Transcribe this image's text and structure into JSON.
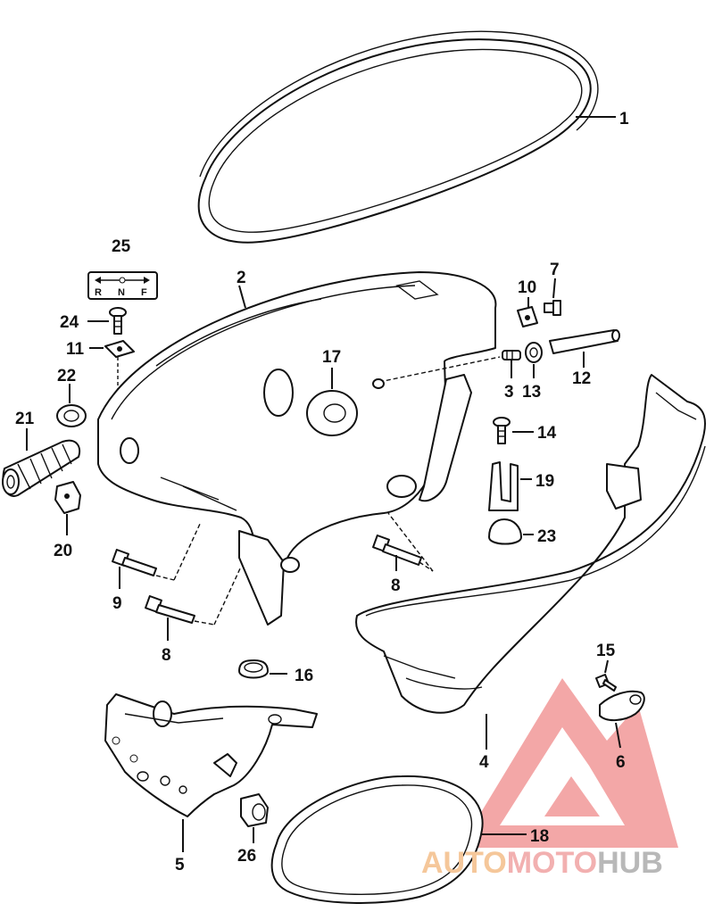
{
  "callouts": [
    {
      "id": "c1",
      "text": "1"
    },
    {
      "id": "c2",
      "text": "2"
    },
    {
      "id": "c3",
      "text": "3"
    },
    {
      "id": "c4",
      "text": "4"
    },
    {
      "id": "c5",
      "text": "5"
    },
    {
      "id": "c6",
      "text": "6"
    },
    {
      "id": "c7",
      "text": "7"
    },
    {
      "id": "c8a",
      "text": "8"
    },
    {
      "id": "c8b",
      "text": "8"
    },
    {
      "id": "c9",
      "text": "9"
    },
    {
      "id": "c10",
      "text": "10"
    },
    {
      "id": "c11",
      "text": "11"
    },
    {
      "id": "c12",
      "text": "12"
    },
    {
      "id": "c13",
      "text": "13"
    },
    {
      "id": "c14",
      "text": "14"
    },
    {
      "id": "c15",
      "text": "15"
    },
    {
      "id": "c16",
      "text": "16"
    },
    {
      "id": "c17",
      "text": "17"
    },
    {
      "id": "c18",
      "text": "18"
    },
    {
      "id": "c19",
      "text": "19"
    },
    {
      "id": "c20",
      "text": "20"
    },
    {
      "id": "c21",
      "text": "21"
    },
    {
      "id": "c22",
      "text": "22"
    },
    {
      "id": "c23",
      "text": "23"
    },
    {
      "id": "c24",
      "text": "24"
    },
    {
      "id": "c25",
      "text": "25"
    },
    {
      "id": "c26",
      "text": "26"
    }
  ],
  "decal": {
    "r": "R",
    "n": "N",
    "f": "F"
  },
  "watermark": {
    "part1": "AUTO",
    "part2": "MOTO",
    "part3": "HUB",
    "color_auto": "#f5c79a",
    "color_moto": "#f2b0b0",
    "color_hub": "#b8b8b8",
    "logo_color": "#f08a8a"
  }
}
